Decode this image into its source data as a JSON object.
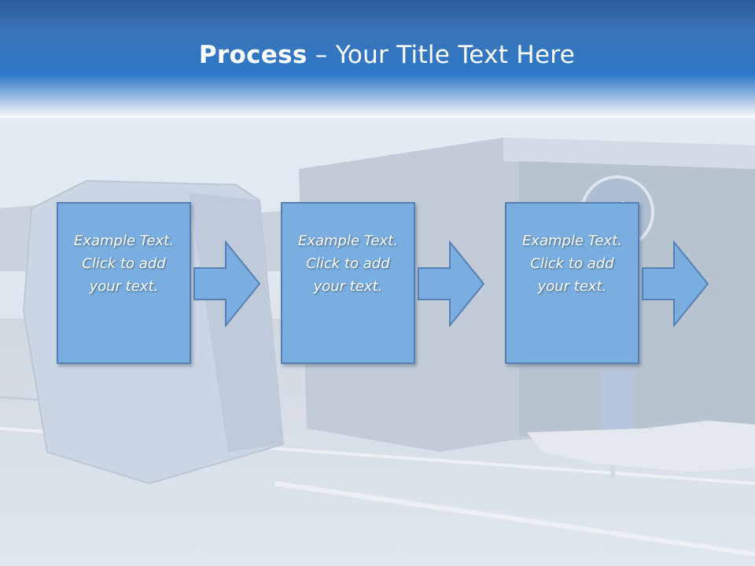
{
  "slide": {
    "title_bold": "Process",
    "title_rest": " – Your Title Text Here",
    "background_image": "overturned-truck-photo",
    "colors": {
      "title_band": "#2d78c8",
      "box_fill": "#7aaee0",
      "box_border": "#5680b3",
      "text": "#ffffff"
    }
  },
  "steps": [
    {
      "line1": "Example Text.",
      "line2": "Click  to add",
      "line3": "your text."
    },
    {
      "line1": "Example Text.",
      "line2": "Click  to add",
      "line3": "your text."
    },
    {
      "line1": "Example Text.",
      "line2": "Click  to add",
      "line3": "your text."
    }
  ],
  "icons": [
    "right-arrow-icon",
    "right-arrow-icon",
    "right-arrow-icon"
  ]
}
